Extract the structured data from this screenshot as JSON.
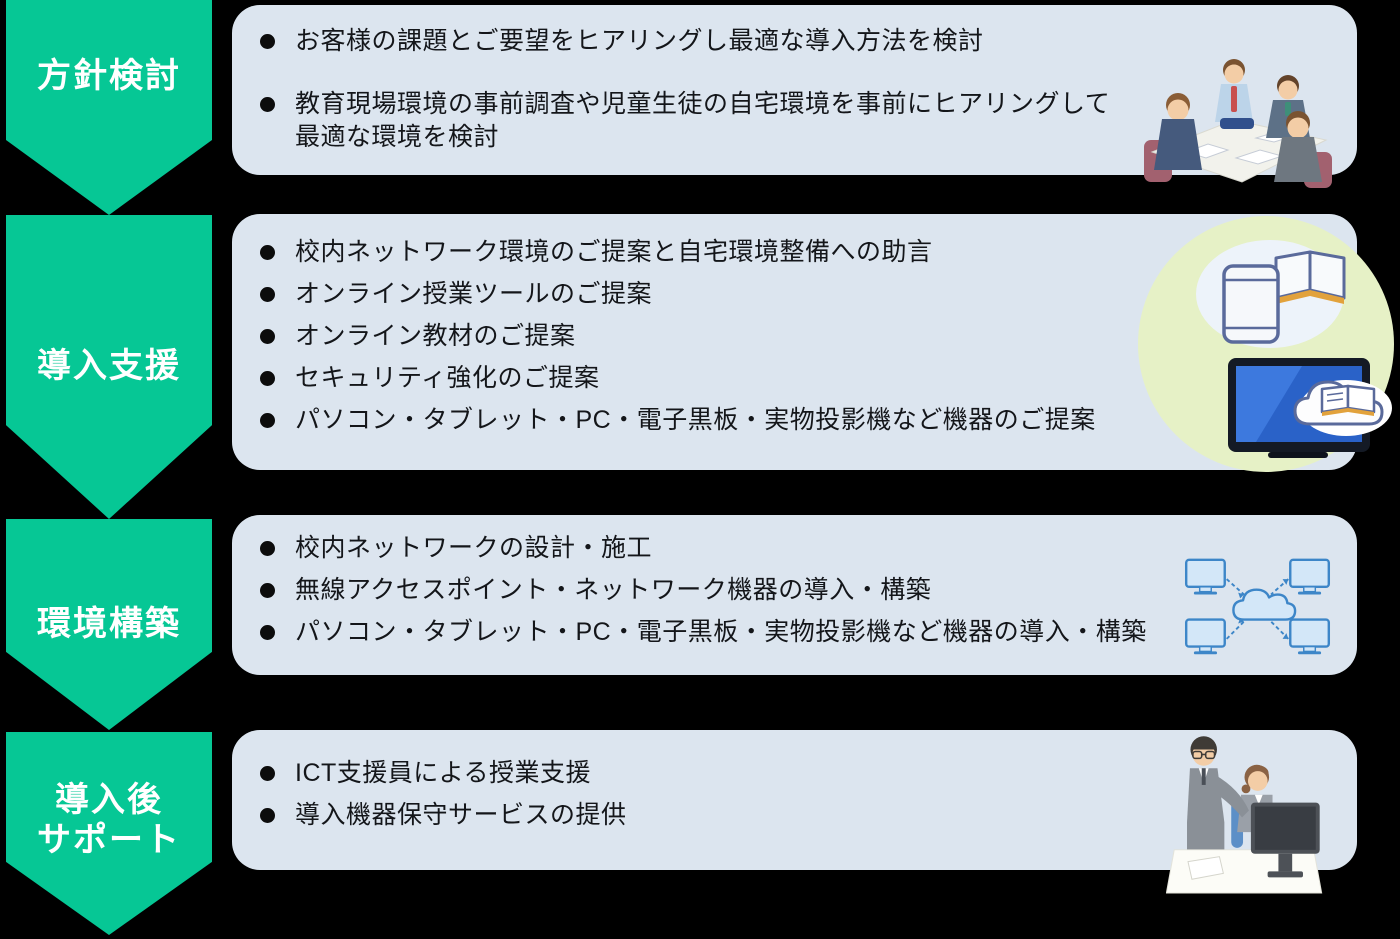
{
  "colors": {
    "background": "#000000",
    "arrow_green": "#06c795",
    "panel_blue": "#dce5ef",
    "text_dark": "#14161a",
    "label_white": "#ffffff",
    "circle_green": "#e6f1c6"
  },
  "stages": [
    {
      "label_lines": [
        "方針検討"
      ],
      "bullets": [
        {
          "lines": [
            "お客様の課題とご要望をヒアリングし最適な導入方法を検討"
          ]
        },
        {
          "lines": [
            "教育現場環境の事前調査や児童生徒の自宅環境を事前にヒアリングして",
            "最適な環境を検討"
          ]
        }
      ],
      "illustration": "meeting-illustration"
    },
    {
      "label_lines": [
        "導入支援"
      ],
      "bullets": [
        {
          "lines": [
            "校内ネットワーク環境のご提案と自宅環境整備への助言"
          ]
        },
        {
          "lines": [
            "オンライン授業ツールのご提案"
          ]
        },
        {
          "lines": [
            "オンライン教材のご提案"
          ]
        },
        {
          "lines": [
            "セキュリティ強化のご提案"
          ]
        },
        {
          "lines": [
            "パソコン・タブレット・PC・電子黒板・実物投影機など機器のご提案"
          ]
        }
      ],
      "illustration": "online-devices-illustration"
    },
    {
      "label_lines": [
        "環境構築"
      ],
      "bullets": [
        {
          "lines": [
            "校内ネットワークの設計・施工"
          ]
        },
        {
          "lines": [
            "無線アクセスポイント・ネットワーク機器の導入・構築"
          ]
        },
        {
          "lines": [
            "パソコン・タブレット・PC・電子黒板・実物投影機など機器の導入・構築"
          ]
        }
      ],
      "illustration": "network-illustration"
    },
    {
      "label_lines": [
        "導入後",
        "サポート"
      ],
      "bullets": [
        {
          "lines": [
            "ICT支援員による授業支援"
          ]
        },
        {
          "lines": [
            "導入機器保守サービスの提供"
          ]
        }
      ],
      "illustration": "support-illustration"
    }
  ]
}
